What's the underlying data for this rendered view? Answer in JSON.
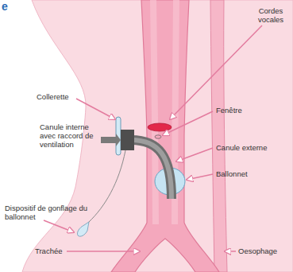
{
  "diagram": {
    "labels": [
      "e",
      "Cordes vocales",
      "Collerette",
      "Fenêtre",
      "Canule interne avec raccord de ventilation",
      "Canule externe",
      "Ballonnet",
      "Dispositif de gonflage du ballonnet",
      "Trachée",
      "Oesophage"
    ]
  }
}
